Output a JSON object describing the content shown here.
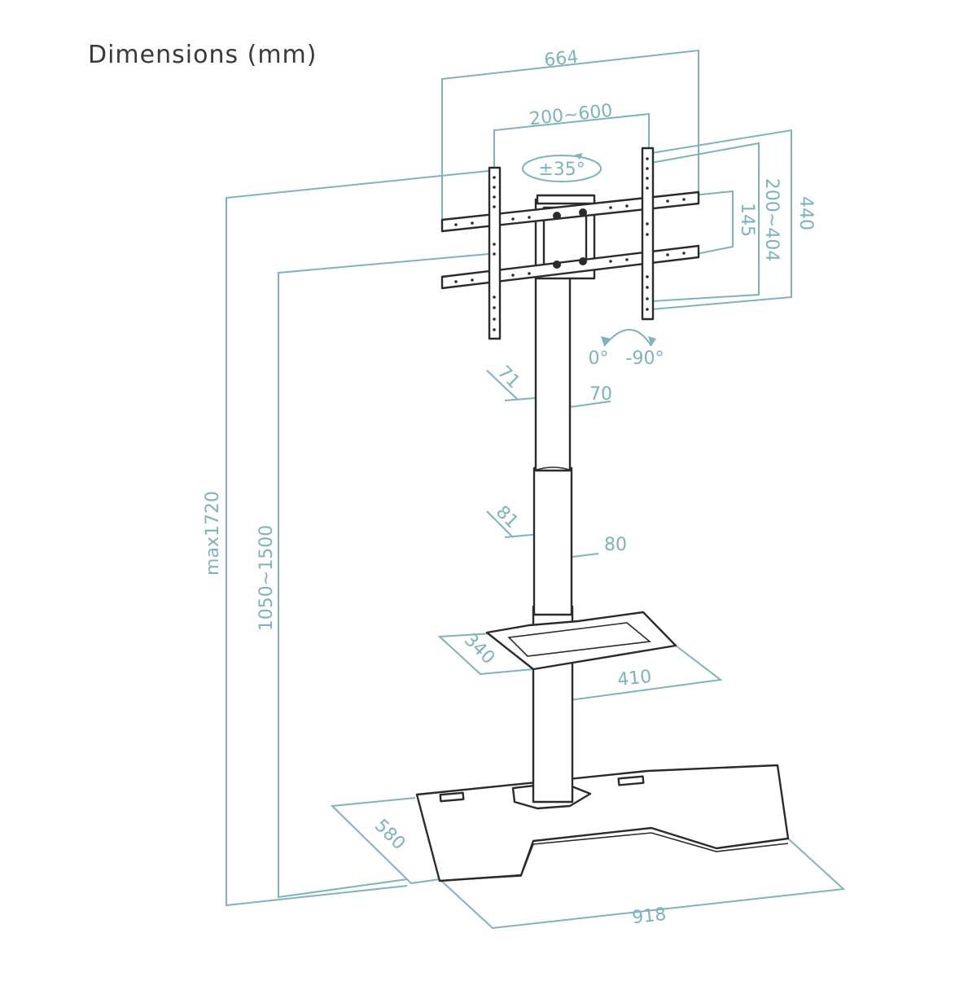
{
  "title": "Dimensions (mm)",
  "dimensions": {
    "vesa_outer_width": "664",
    "vesa_range_width": "200~600",
    "swivel": "±35°",
    "vesa_outer_height": "440",
    "vesa_range_height": "200~404",
    "bracket_spacing": "145",
    "rotation_start": "0°",
    "rotation_end": "-90°",
    "upper_pole_depth": "71",
    "upper_pole_width": "70",
    "lower_pole_depth": "81",
    "lower_pole_width": "80",
    "shelf_depth": "340",
    "shelf_width": "410",
    "base_depth": "580",
    "base_width": "918",
    "max_height": "max1720",
    "height_range": "1050~1500"
  },
  "colors": {
    "dimension": "#7fb3bc",
    "outline": "#2b2b2b",
    "title": "#3a3a3a"
  }
}
